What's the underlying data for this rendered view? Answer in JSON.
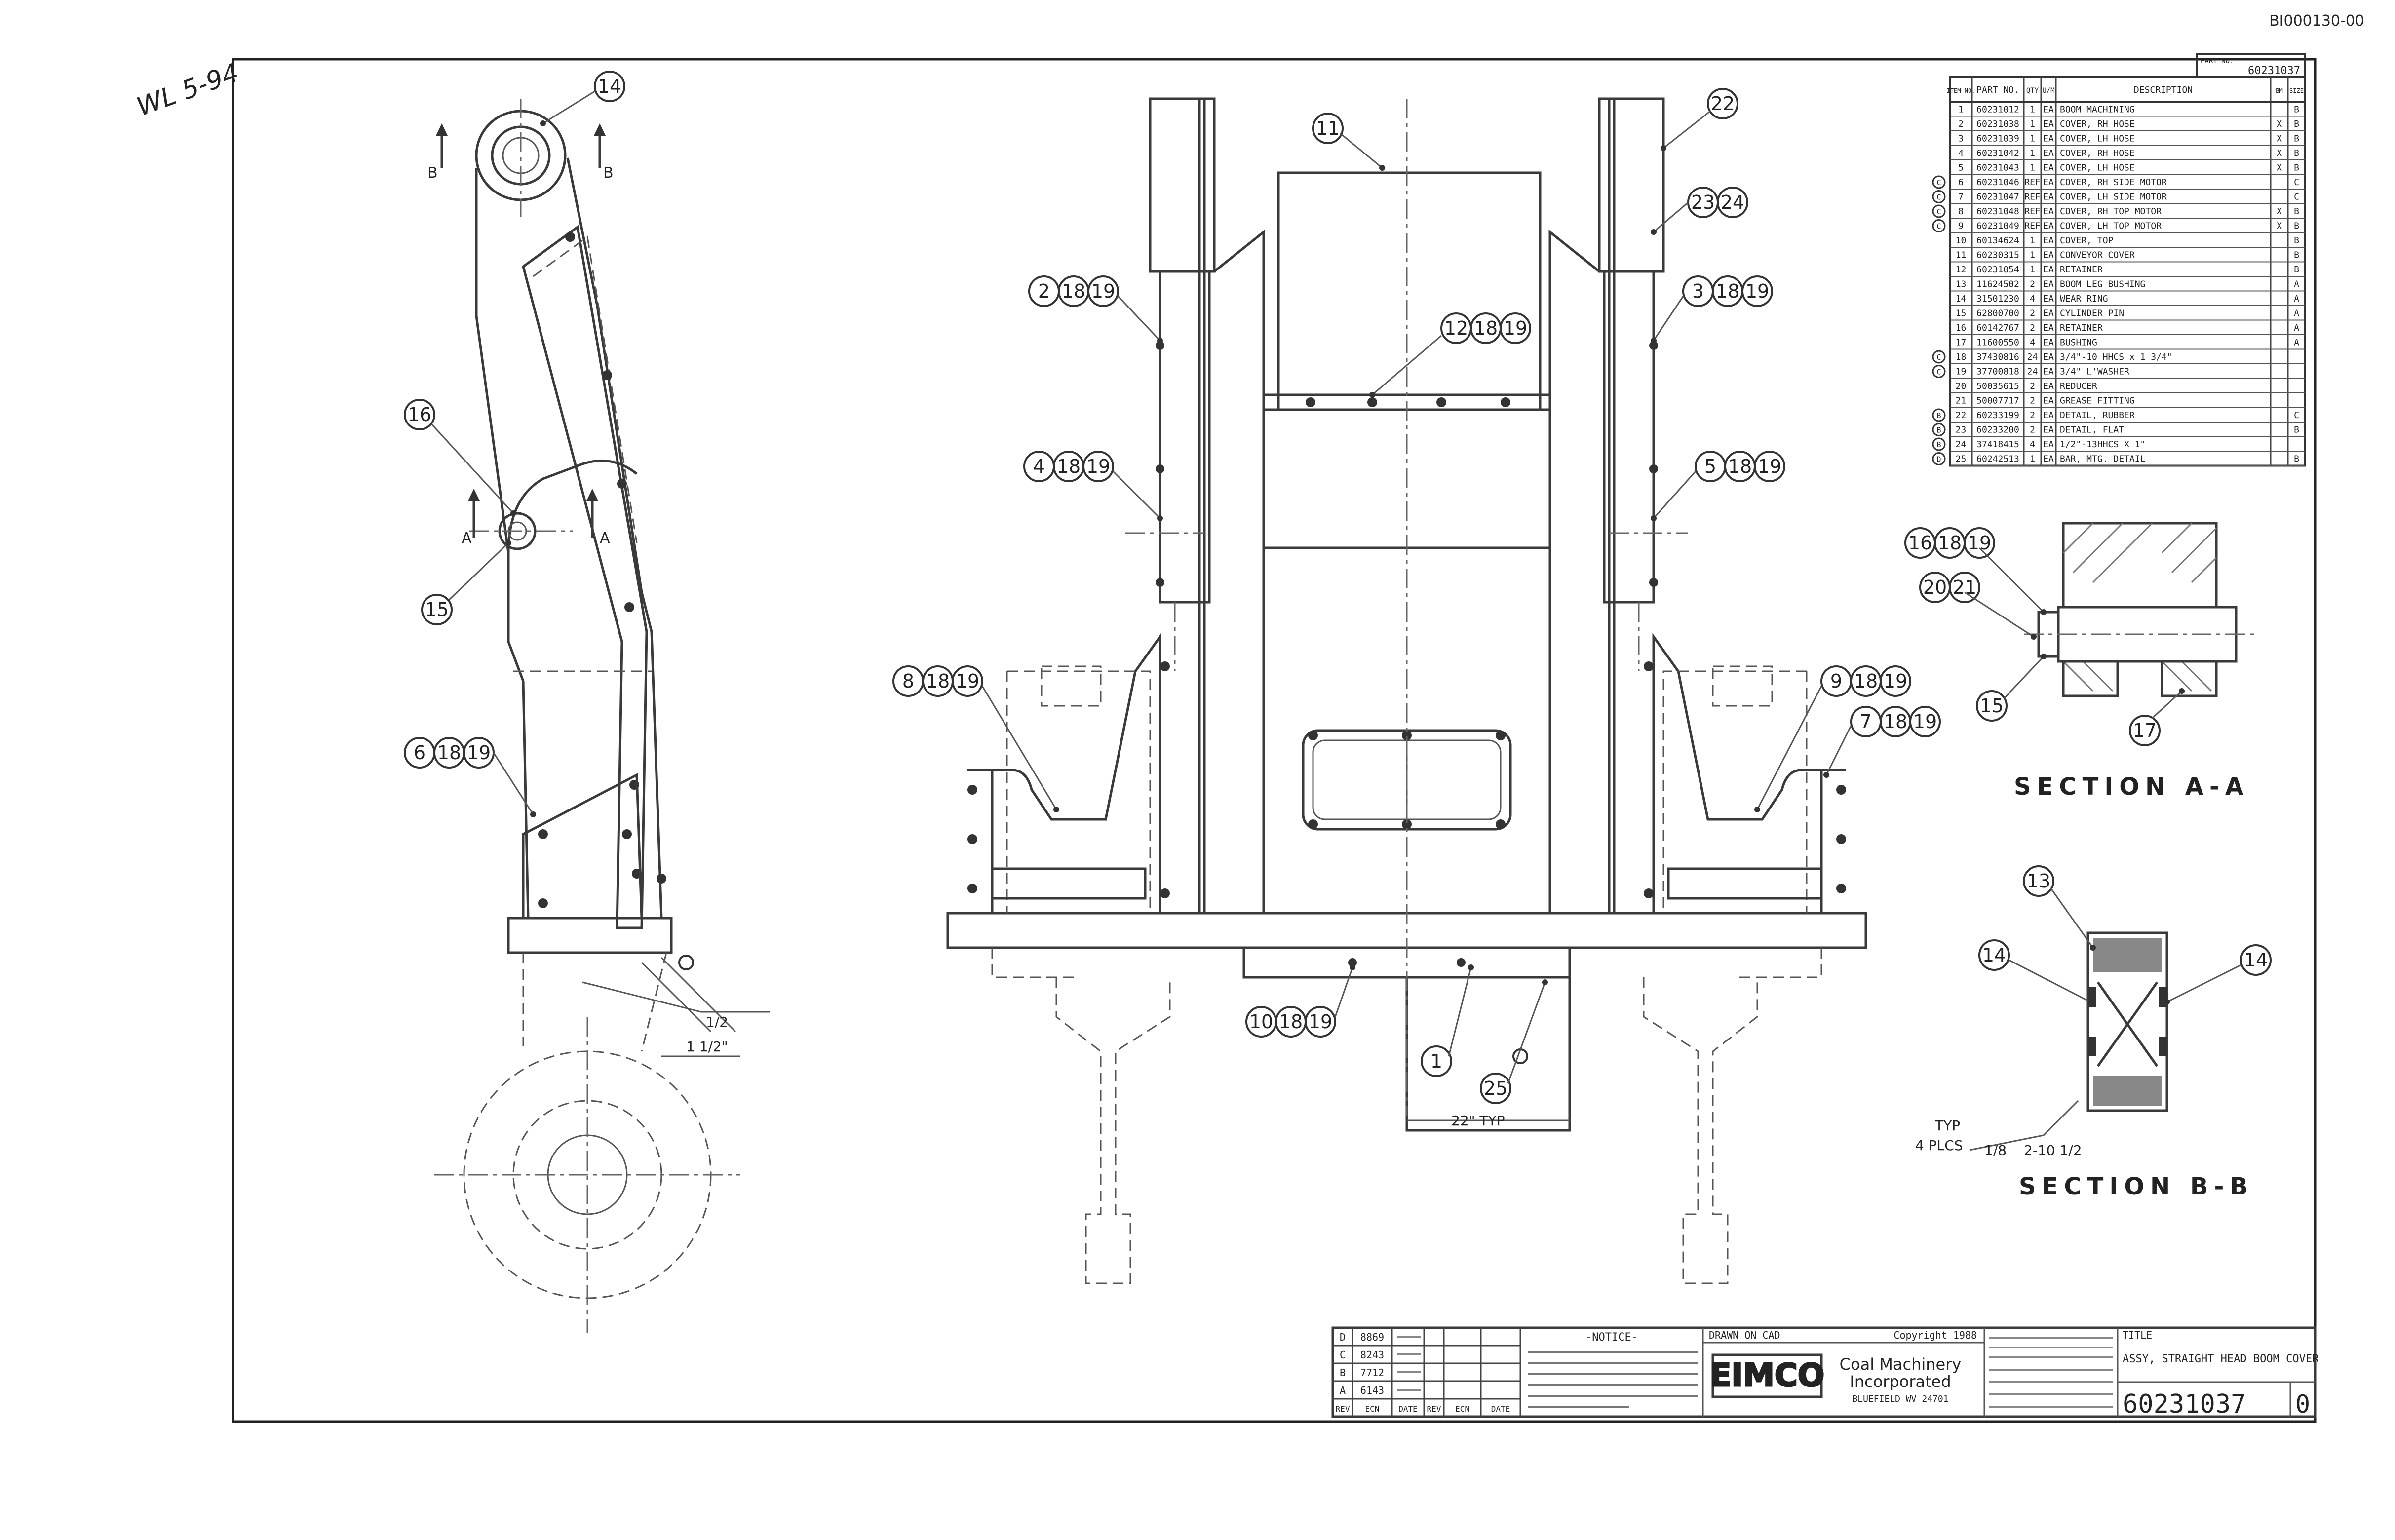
{
  "doc_id": "BI000130-00",
  "handwriting": "WL 5-94",
  "part_no_header_label": "PART NO.",
  "part_no_header_value": "60231037",
  "bom_headers": [
    "ITEM NO.",
    "PART NO.",
    "QTY",
    "U/M",
    "DESCRIPTION",
    "BM",
    "SIZE"
  ],
  "bom_rows": [
    {
      "rev": "",
      "item": "1",
      "part": "60231012",
      "qty": "1",
      "um": "EA",
      "desc": "BOOM MACHINING",
      "bm": "",
      "size": "B"
    },
    {
      "rev": "",
      "item": "2",
      "part": "60231038",
      "qty": "1",
      "um": "EA",
      "desc": "COVER, RH HOSE",
      "bm": "X",
      "size": "B"
    },
    {
      "rev": "",
      "item": "3",
      "part": "60231039",
      "qty": "1",
      "um": "EA",
      "desc": "COVER, LH HOSE",
      "bm": "X",
      "size": "B"
    },
    {
      "rev": "",
      "item": "4",
      "part": "60231042",
      "qty": "1",
      "um": "EA",
      "desc": "COVER, RH HOSE",
      "bm": "X",
      "size": "B"
    },
    {
      "rev": "",
      "item": "5",
      "part": "60231043",
      "qty": "1",
      "um": "EA",
      "desc": "COVER, LH HOSE",
      "bm": "X",
      "size": "B"
    },
    {
      "rev": "C",
      "item": "6",
      "part": "60231046",
      "qty": "REF",
      "um": "EA",
      "desc": "COVER, RH SIDE MOTOR",
      "bm": "",
      "size": "C"
    },
    {
      "rev": "C",
      "item": "7",
      "part": "60231047",
      "qty": "REF",
      "um": "EA",
      "desc": "COVER, LH SIDE MOTOR",
      "bm": "",
      "size": "C"
    },
    {
      "rev": "C",
      "item": "8",
      "part": "60231048",
      "qty": "REF",
      "um": "EA",
      "desc": "COVER, RH TOP MOTOR",
      "bm": "X",
      "size": "B"
    },
    {
      "rev": "C",
      "item": "9",
      "part": "60231049",
      "qty": "REF",
      "um": "EA",
      "desc": "COVER, LH TOP MOTOR",
      "bm": "X",
      "size": "B"
    },
    {
      "rev": "",
      "item": "10",
      "part": "60134624",
      "qty": "1",
      "um": "EA",
      "desc": "COVER, TOP",
      "bm": "",
      "size": "B"
    },
    {
      "rev": "",
      "item": "11",
      "part": "60230315",
      "qty": "1",
      "um": "EA",
      "desc": "CONVEYOR COVER",
      "bm": "",
      "size": "B"
    },
    {
      "rev": "",
      "item": "12",
      "part": "60231054",
      "qty": "1",
      "um": "EA",
      "desc": "RETAINER",
      "bm": "",
      "size": "B"
    },
    {
      "rev": "",
      "item": "13",
      "part": "11624502",
      "qty": "2",
      "um": "EA",
      "desc": "BOOM LEG BUSHING",
      "bm": "",
      "size": "A"
    },
    {
      "rev": "",
      "item": "14",
      "part": "31501230",
      "qty": "4",
      "um": "EA",
      "desc": "WEAR RING",
      "bm": "",
      "size": "A"
    },
    {
      "rev": "",
      "item": "15",
      "part": "62800700",
      "qty": "2",
      "um": "EA",
      "desc": "CYLINDER PIN",
      "bm": "",
      "size": "A"
    },
    {
      "rev": "",
      "item": "16",
      "part": "60142767",
      "qty": "2",
      "um": "EA",
      "desc": "RETAINER",
      "bm": "",
      "size": "A"
    },
    {
      "rev": "",
      "item": "17",
      "part": "11600550",
      "qty": "4",
      "um": "EA",
      "desc": "BUSHING",
      "bm": "",
      "size": "A"
    },
    {
      "rev": "C",
      "item": "18",
      "part": "37430816",
      "qty": "24",
      "um": "EA",
      "desc": "3/4\"-10 HHCS x 1 3/4\"",
      "bm": "",
      "size": ""
    },
    {
      "rev": "C",
      "item": "19",
      "part": "37700818",
      "qty": "24",
      "um": "EA",
      "desc": "3/4\" L'WASHER",
      "bm": "",
      "size": ""
    },
    {
      "rev": "",
      "item": "20",
      "part": "50035615",
      "qty": "2",
      "um": "EA",
      "desc": "REDUCER",
      "bm": "",
      "size": ""
    },
    {
      "rev": "",
      "item": "21",
      "part": "50007717",
      "qty": "2",
      "um": "EA",
      "desc": "GREASE FITTING",
      "bm": "",
      "size": ""
    },
    {
      "rev": "B",
      "item": "22",
      "part": "60233199",
      "qty": "2",
      "um": "EA",
      "desc": "DETAIL, RUBBER",
      "bm": "",
      "size": "C"
    },
    {
      "rev": "B",
      "item": "23",
      "part": "60233200",
      "qty": "2",
      "um": "EA",
      "desc": "DETAIL, FLAT",
      "bm": "",
      "size": "B"
    },
    {
      "rev": "B",
      "item": "24",
      "part": "37418415",
      "qty": "4",
      "um": "EA",
      "desc": "1/2\"-13HHCS X 1\"",
      "bm": "",
      "size": ""
    },
    {
      "rev": "D",
      "item": "25",
      "part": "60242513",
      "qty": "1",
      "um": "EA",
      "desc": "BAR, MTG. DETAIL",
      "bm": "",
      "size": "B"
    }
  ],
  "section_a_title": "SECTION A-A",
  "section_b_title": "SECTION B-B",
  "section_b_note_typ": "TYP",
  "section_b_note_plcs": "4 PLCS",
  "section_b_note_weld": "1/8",
  "section_b_note_weld2": "2-10 1/2",
  "side_view_dim1": "1/2",
  "side_view_dim2": "1 1/2\"",
  "front_view_dim": "22\" TYP",
  "section_marker_a": "A",
  "section_marker_b": "B",
  "revision_marks": [
    "B",
    "C",
    "D"
  ],
  "balloons_side": [
    "14",
    "16",
    "15",
    "6",
    "18",
    "19"
  ],
  "balloons_front": [
    "11",
    "22",
    "23",
    "24",
    "2",
    "18",
    "19",
    "3",
    "12",
    "4",
    "5",
    "8",
    "9",
    "7",
    "10",
    "1",
    "25"
  ],
  "balloons_section_a": [
    "16",
    "18",
    "19",
    "20",
    "21",
    "15",
    "17"
  ],
  "balloons_section_b": [
    "13",
    "14"
  ],
  "title_block": {
    "notice_heading": "-NOTICE-",
    "drawn_on_cad": "DRAWN ON CAD",
    "copyright": "Copyright 1988",
    "company_logo": "EIMCO",
    "company_name_1": "Coal Machinery",
    "company_name_2": "Incorporated",
    "company_location": "BLUEFIELD WV 24701",
    "title_label": "TITLE",
    "title_text": "ASSY, STRAIGHT HEAD BOOM COVER",
    "drawing_number": "60231037",
    "sheet_rev": "0",
    "rev_rows": [
      {
        "rev": "D",
        "ecn": "8869"
      },
      {
        "rev": "C",
        "ecn": "8243"
      },
      {
        "rev": "B",
        "ecn": "7712"
      },
      {
        "rev": "A",
        "ecn": "6143"
      }
    ],
    "rev_headers": [
      "REV",
      "ECN",
      "DATE",
      "REV",
      "ECN",
      "DATE"
    ]
  }
}
